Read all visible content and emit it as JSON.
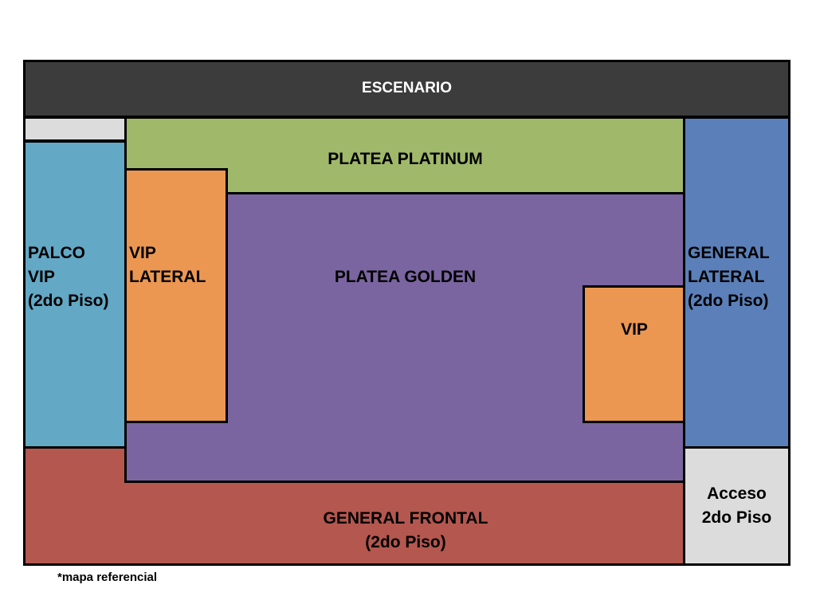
{
  "map": {
    "escenario": {
      "label": "ESCENARIO",
      "color": "#3c3c3c",
      "text_color": "#ffffff"
    },
    "platea_platinum": {
      "label": "PLATEA PLATINUM",
      "color": "#a0b86a"
    },
    "platea_golden": {
      "label": "PLATEA GOLDEN",
      "color": "#7a65a0"
    },
    "vip_lateral": {
      "label": "VIP\nLATERAL",
      "color": "#eb9752"
    },
    "vip": {
      "label": "VIP",
      "color": "#eb9752"
    },
    "palco_vip": {
      "label": "PALCO\nVIP\n(2do Piso)",
      "color": "#63a8c5"
    },
    "general_lateral": {
      "label": "GENERAL\nLATERAL\n(2do Piso)",
      "color": "#5b80b9"
    },
    "general_frontal": {
      "label": "GENERAL FRONTAL\n(2do Piso)",
      "color": "#b3574f"
    },
    "acceso": {
      "label": "Acceso\n2do Piso",
      "color": "#dcdcdc"
    },
    "corner_block": {
      "color": "#dcdcdc"
    },
    "footnote": "*mapa referencial"
  }
}
